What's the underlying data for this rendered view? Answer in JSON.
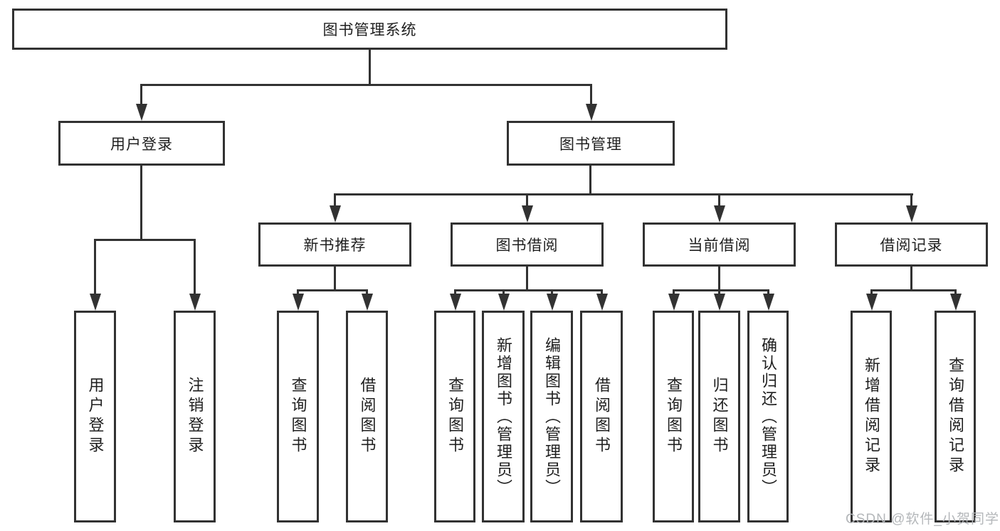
{
  "colors": {
    "background": "#ffffff",
    "line": "#323232",
    "text": "#1f1f1f",
    "watermark": "#b4b7ba"
  },
  "nodes": {
    "root": "图书管理系统",
    "level2": [
      "用户登录",
      "图书管理"
    ],
    "level3": [
      "新书推荐",
      "图书借阅",
      "当前借阅",
      "借阅记录"
    ],
    "leaves": {
      "user_login": [
        "用户登录",
        "注销登录"
      ],
      "new_book": [
        "查询图书",
        "借阅图书"
      ],
      "book_borrow": [
        "查询图书",
        "新增图书（管理员）",
        "编辑图书（管理员）",
        "借阅图书"
      ],
      "current_borrow": [
        "查询图书",
        "归还图书",
        "确认归还（管理员）"
      ],
      "borrow_record": [
        "新增借阅记录",
        "查询借阅记录"
      ]
    }
  },
  "watermark": "CSDN @软件_小贺同学"
}
